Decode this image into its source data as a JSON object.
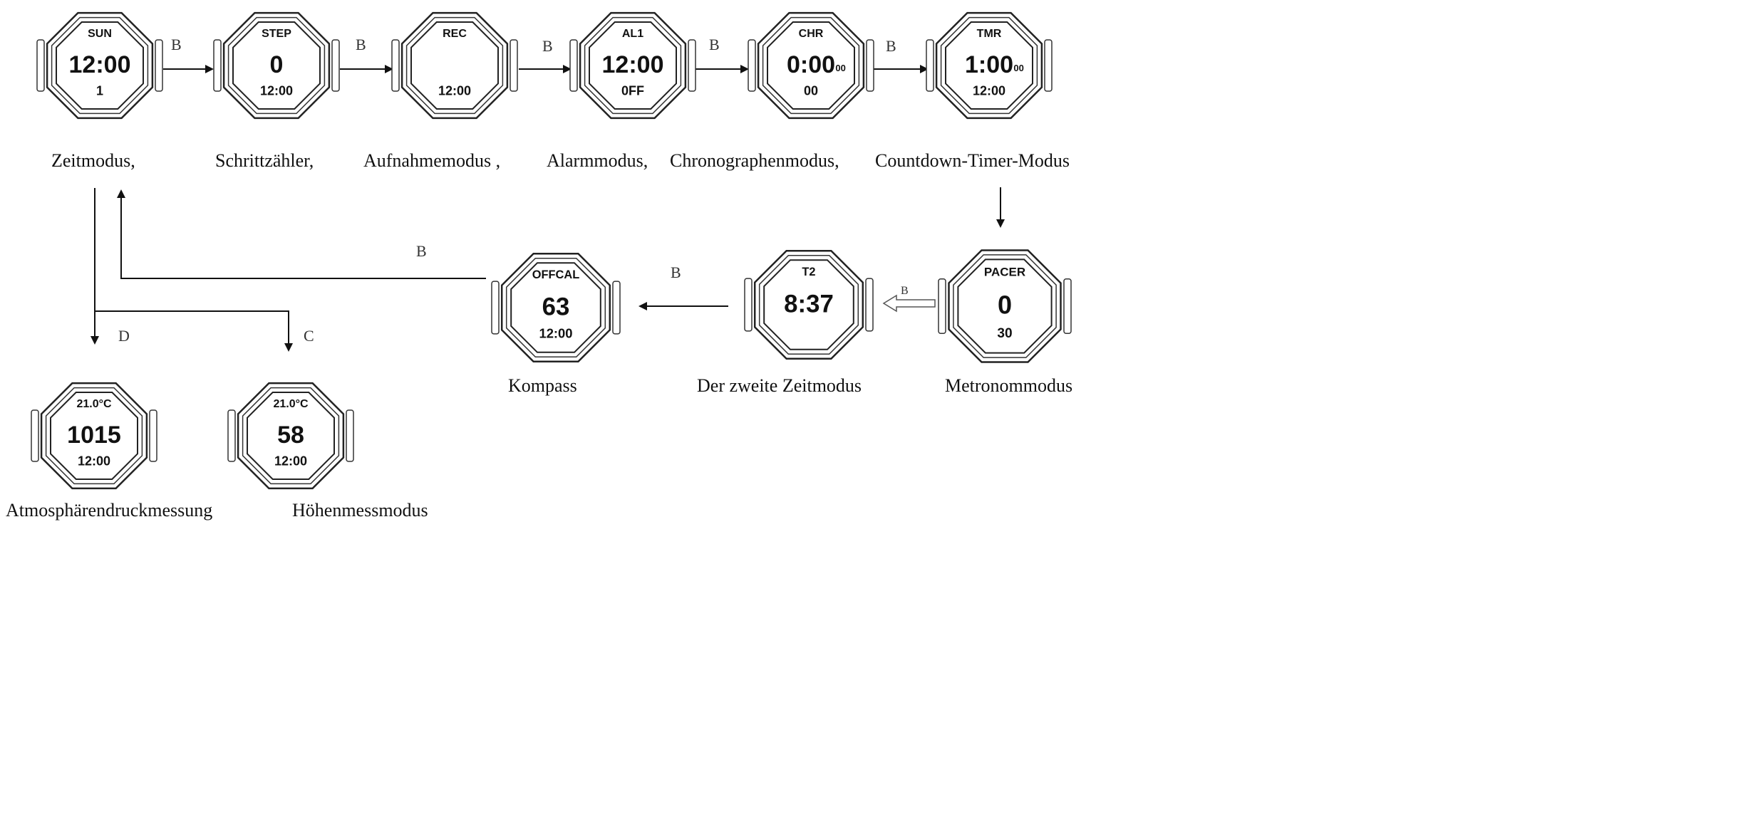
{
  "watches": [
    {
      "id": "zeit",
      "caption": "Zeitmodus,",
      "lcd": {
        "top": "SUN",
        "main": "12:00",
        "sub": "",
        "bottom": "1"
      }
    },
    {
      "id": "schritt",
      "caption": "Schrittzähler,",
      "lcd": {
        "top": "STEP",
        "main": "0",
        "sub": "",
        "bottom": "12:00"
      }
    },
    {
      "id": "aufnahme",
      "caption": "Aufnahmemodus ,",
      "lcd": {
        "top": "REC",
        "main": "",
        "sub": "",
        "bottom": "12:00"
      }
    },
    {
      "id": "alarm",
      "caption": "Alarmmodus,",
      "lcd": {
        "top": "AL1",
        "main": "12:00",
        "sub": "",
        "bottom": "0FF"
      }
    },
    {
      "id": "chrono",
      "caption": "Chronographenmodus,",
      "lcd": {
        "top": "CHR",
        "main": "0:00",
        "sub": "00",
        "bottom": "00"
      }
    },
    {
      "id": "countdown",
      "caption": "Countdown-Timer-Modus",
      "lcd": {
        "top": "TMR",
        "main": "1:00",
        "sub": "00",
        "bottom": "12:00"
      }
    },
    {
      "id": "metronom",
      "caption": "Metronommodus",
      "lcd": {
        "top": "PACER",
        "main": "0",
        "sub": "",
        "bottom": "30"
      }
    },
    {
      "id": "zweitezeit",
      "caption": "Der zweite Zeitmodus",
      "lcd": {
        "top": "T2",
        "main": "8:37",
        "sub": "",
        "bottom": ""
      }
    },
    {
      "id": "kompass",
      "caption": "Kompass",
      "lcd": {
        "top": "OFFCAL",
        "main": "63",
        "sub": "",
        "bottom": "12:00"
      }
    },
    {
      "id": "luftdruck",
      "caption": "Atmosphärendruckmessung",
      "lcd": {
        "top": "21.0°C",
        "main": "1015",
        "sub": "",
        "bottom": "12:00"
      }
    },
    {
      "id": "hoehe",
      "caption": "Höhenmessmodus",
      "lcd": {
        "top": "21.0°C",
        "main": "58",
        "sub": "",
        "bottom": "12:00"
      }
    }
  ],
  "arrow_labels": {
    "b1": "B",
    "b2": "B",
    "b3": "B",
    "b4": "B",
    "b5": "B",
    "b_metronom": "B",
    "b_kompass": "B",
    "b_return": "B",
    "d": "D",
    "c": "C"
  }
}
